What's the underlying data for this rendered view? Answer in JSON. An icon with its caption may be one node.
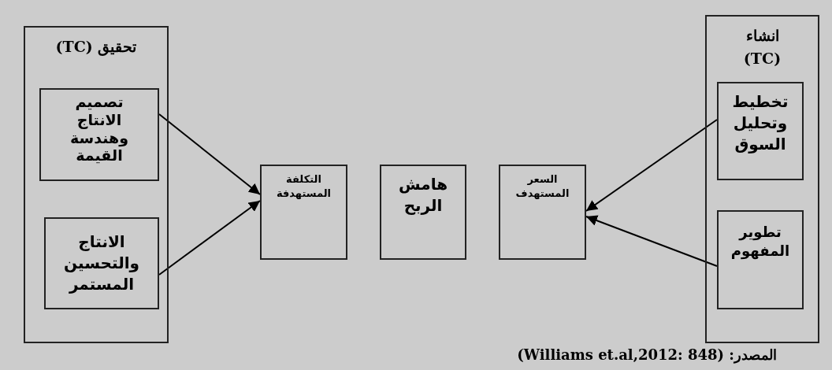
{
  "diagram": {
    "nodes": [
      {
        "text": [
          "تحقيق (TC)"
        ]
      },
      {
        "text": [
          "تصميم الانتاج وهندسة القيمة"
        ],
        "in": 0
      },
      {
        "text": [
          "الانتاج والتحسين المستمر"
        ],
        "in": 0
      },
      {
        "text": [
          "التكلفة المستهدفة"
        ]
      },
      {
        "text": [
          "هامش الربح"
        ]
      },
      {
        "text": [
          "السعر المستهدف"
        ]
      },
      {
        "text": [
          "انشاء (TC)"
        ]
      },
      {
        "text": [
          "تخطيط وتحليل السوق"
        ],
        "in": 6
      },
      {
        "text": [
          "تطوير المفهوم"
        ],
        "in": 6
      }
    ],
    "edges": [
      {
        "from": 1,
        "to": 3,
        "arrow": "to"
      },
      {
        "from": 2,
        "to": 3,
        "arrow": "to"
      },
      {
        "from": 7,
        "to": 5,
        "arrow": "to"
      },
      {
        "from": 8,
        "to": 5,
        "arrow": "to"
      }
    ],
    "labels": [
      "المصدر: (Williams et.al,2012: 848)"
    ]
  }
}
